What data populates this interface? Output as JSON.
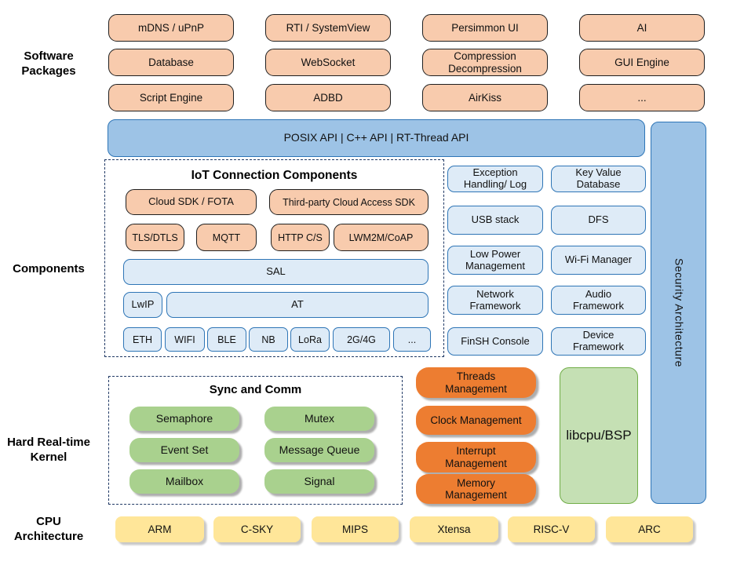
{
  "section_labels": {
    "software_packages": "Software Packages",
    "components": "Components",
    "kernel": "Hard Real-time Kernel",
    "cpu": "CPU Architecture"
  },
  "software_packages": {
    "rows": [
      [
        "mDNS / uPnP",
        "RTI / SystemView",
        "Persimmon UI",
        "AI"
      ],
      [
        "Database",
        "WebSocket",
        "Compression Decompression",
        "GUI Engine"
      ],
      [
        "Script Engine",
        "ADBD",
        "AirKiss",
        "..."
      ]
    ]
  },
  "api_bar": {
    "text": "POSIX API | C++ API | RT-Thread API"
  },
  "security_bar": {
    "text": "Security Architecture"
  },
  "components": {
    "iot": {
      "title": "IoT Connection Components",
      "cloud_sdk": "Cloud SDK / FOTA",
      "third_party_sdk": "Third-party Cloud Access SDK",
      "protocols": [
        "TLS/DTLS",
        "MQTT",
        "HTTP C/S",
        "LWM2M/CoAP"
      ],
      "sal": "SAL",
      "lwip": "LwIP",
      "at": "AT",
      "links": [
        "ETH",
        "WIFI",
        "BLE",
        "NB",
        "LoRa",
        "2G/4G",
        "..."
      ]
    },
    "services": [
      [
        "Exception Handling/ Log",
        "Key Value Database"
      ],
      [
        "USB stack",
        "DFS"
      ],
      [
        "Low Power Management",
        "Wi-Fi Manager"
      ],
      [
        "Network Framework",
        "Audio Framework"
      ],
      [
        "FinSH Console",
        "Device Framework"
      ]
    ]
  },
  "kernel": {
    "sync": {
      "title": "Sync and Comm",
      "items": [
        "Semaphore",
        "Mutex",
        "Event Set",
        "Message Queue",
        "Mailbox",
        "Signal"
      ]
    },
    "management": [
      "Threads Management",
      "Clock Management",
      "Interrupt Management",
      "Memory Management"
    ],
    "libcpu": "libcpu/BSP"
  },
  "cpu": {
    "items": [
      "ARM",
      "C-SKY",
      "MIPS",
      "Xtensa",
      "RISC-V",
      "ARC"
    ]
  },
  "colors": {
    "peach_fill": "#F8CBAD",
    "blue_fill": "#9DC3E6",
    "pale_blue_fill": "#DEEBF7",
    "blue_border": "#2E75B6",
    "green_fill": "#A9D18E",
    "pale_green_fill": "#C5E0B4",
    "green_border": "#70AD47",
    "orange_fill": "#ED7D31",
    "yellow_fill": "#FFE699",
    "dash_border": "#1F3864"
  }
}
